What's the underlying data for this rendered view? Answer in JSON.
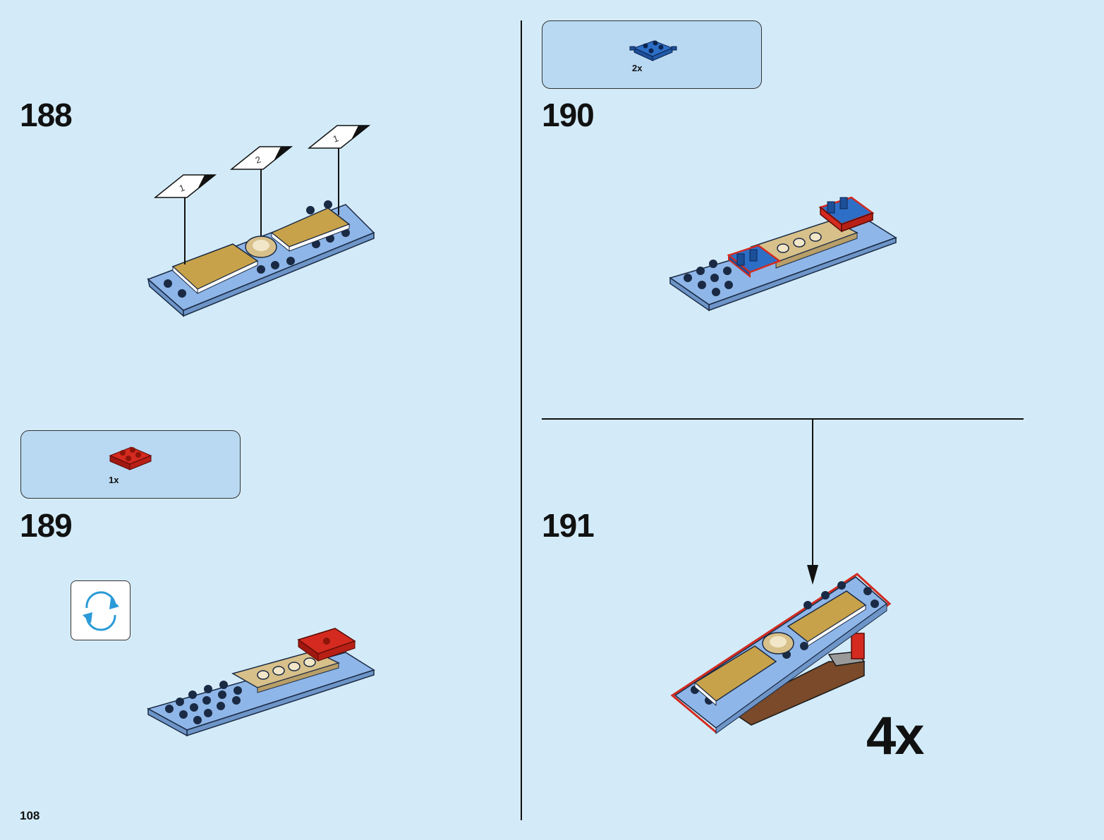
{
  "page": {
    "number": "108"
  },
  "steps": [
    {
      "id": "step-188",
      "number": "188"
    },
    {
      "id": "step-189",
      "number": "189",
      "parts": [
        {
          "qty": "1x",
          "color": "red",
          "piece": "2x2 plate"
        }
      ]
    },
    {
      "id": "step-190",
      "number": "190",
      "parts": [
        {
          "qty": "2x",
          "color": "blue",
          "piece": "2x2 plate with clips"
        }
      ]
    },
    {
      "id": "step-191",
      "number": "191",
      "multiplier": "4x"
    }
  ],
  "callouts": {
    "labels": [
      "1",
      "2",
      "1"
    ]
  },
  "colors": {
    "background": "#d3ebf8",
    "parts_box": "#b9d9f2",
    "light_blue_brick": "#8fb6e8",
    "gold_tile": "#c8a24a",
    "tan": "#d8c08a",
    "red": "#d42a1f",
    "blue": "#2d6fc7",
    "brown": "#7a4a2a"
  },
  "icons": {
    "rotate": "rotate-model-icon"
  }
}
